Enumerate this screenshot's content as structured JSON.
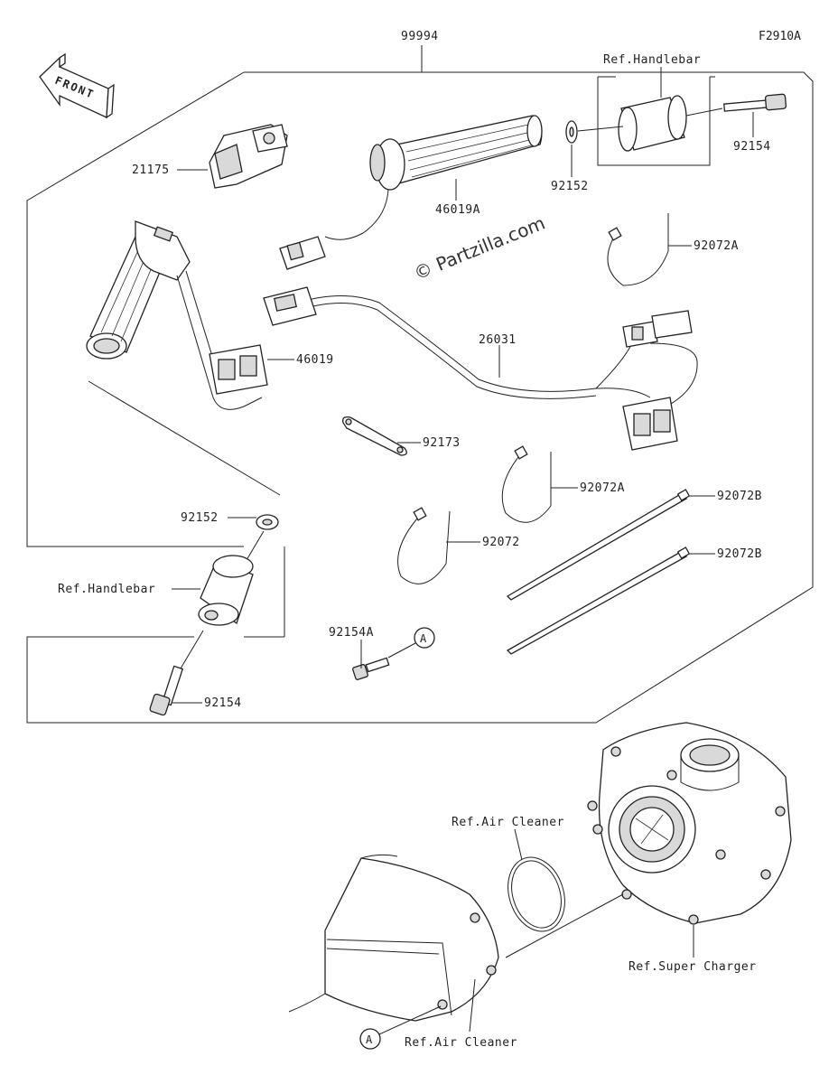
{
  "figure_code": "F2910A",
  "front_label": "FRONT",
  "watermark": "© Partzilla.com",
  "labels": {
    "p99994": "99994",
    "ref_handlebar_top": "Ref.Handlebar",
    "p92154_top": "92154",
    "p21175": "21175",
    "p46019A": "46019A",
    "p92152_top": "92152",
    "p92072A_top": "92072A",
    "p46019": "46019",
    "p26031": "26031",
    "p92173": "92173",
    "p92072A_mid": "92072A",
    "p92072B_1": "92072B",
    "p92072B_2": "92072B",
    "p92072": "92072",
    "p92152_left": "92152",
    "ref_handlebar_left": "Ref.Handlebar",
    "p92154A": "92154A",
    "callout_a_top": "A",
    "p92154_left": "92154",
    "ref_air_cleaner_top": "Ref.Air Cleaner",
    "ref_super_charger": "Ref.Super Charger",
    "callout_a_bottom": "A",
    "ref_air_cleaner_bottom": "Ref.Air Cleaner"
  }
}
